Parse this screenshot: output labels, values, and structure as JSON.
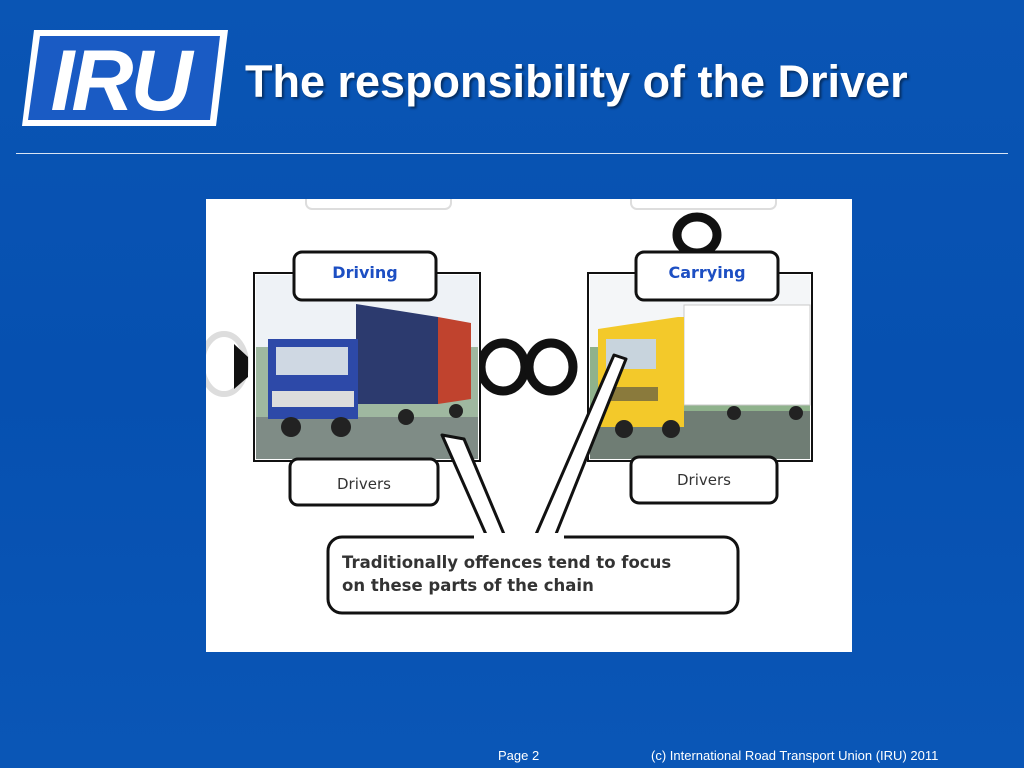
{
  "header": {
    "logo_text": "IRU",
    "title": "The responsibility of the Driver"
  },
  "figure": {
    "left_panel": {
      "heading": "Driving",
      "footer": "Drivers"
    },
    "right_panel": {
      "heading": "Carrying",
      "footer": "Drivers"
    },
    "callout": {
      "line1": "Traditionally offences tend to focus",
      "line2": "on these parts of the chain"
    }
  },
  "footer": {
    "page": "Page 2",
    "copyright": "(c) International Road Transport Union (IRU) 2011"
  },
  "colors": {
    "background": "#0650b0",
    "logo_blue": "#1a5bc4",
    "heading_blue": "#1d4fc3"
  }
}
